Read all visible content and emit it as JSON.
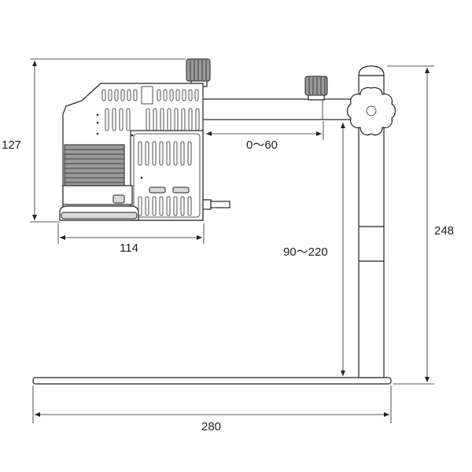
{
  "dimensions": {
    "height_body": "127",
    "width_body": "114",
    "arm_travel": "0～60",
    "vertical_travel": "90～220",
    "total_height": "248",
    "base_width": "280"
  },
  "colors": {
    "line": "#222222",
    "background": "#ffffff",
    "knurl": "#9a9a9a",
    "panel": "#d9d9d9"
  }
}
